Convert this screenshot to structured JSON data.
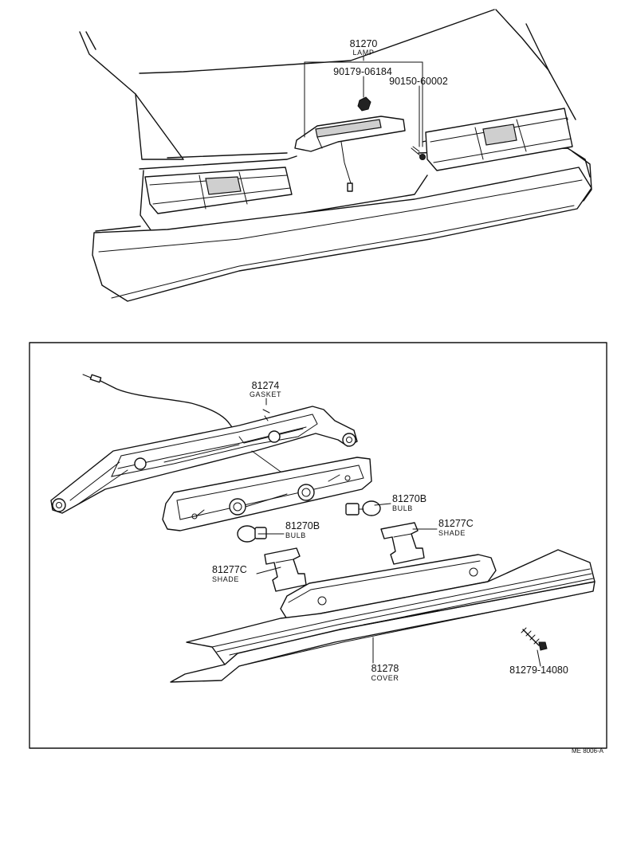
{
  "diagram_code": "ME 8006-A",
  "callouts": {
    "lamp": {
      "number": "81270",
      "name": "LAMP"
    },
    "nut": {
      "number": "90179-06184"
    },
    "screw_top": {
      "number": "90150-60002"
    },
    "gasket": {
      "number": "81274",
      "name": "GASKET"
    },
    "bulb_right": {
      "number": "81270B",
      "name": "BULB"
    },
    "bulb_left": {
      "number": "81270B",
      "name": "BULB"
    },
    "shade_right": {
      "number": "81277C",
      "name": "SHADE"
    },
    "shade_left": {
      "number": "81277C",
      "name": "SHADE"
    },
    "cover": {
      "number": "81278",
      "name": "COVER"
    },
    "screw_cover": {
      "number": "81279-14080"
    }
  }
}
